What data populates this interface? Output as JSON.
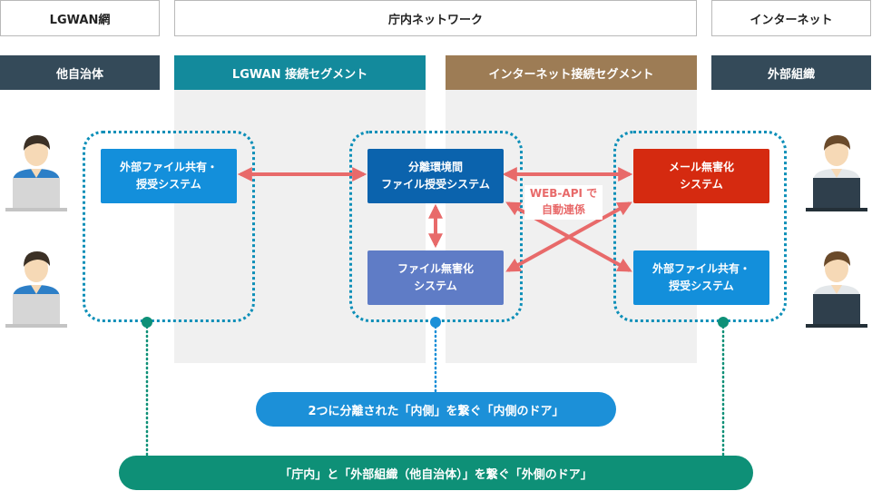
{
  "headers": {
    "lgwan_net": "LGWAN網",
    "office_net": "庁内ネットワーク",
    "internet": "インターネット"
  },
  "segments": {
    "other_gov": "他自治体",
    "lgwan_seg": "LGWAN 接続セグメント",
    "inet_seg": "インターネット接続セグメント",
    "external_org": "外部組織"
  },
  "systems": {
    "ext_share_left": [
      "外部ファイル共有・",
      "授受システム"
    ],
    "separation": [
      "分離環境間",
      "ファイル授受システム"
    ],
    "file_sanitize": [
      "ファイル無害化",
      "システム"
    ],
    "mail_sanitize": [
      "メール無害化",
      "システム"
    ],
    "ext_share_right": [
      "外部ファイル共有・",
      "授受システム"
    ]
  },
  "labels": {
    "web_api": [
      "WEB-API で",
      "自動連係"
    ]
  },
  "doors": {
    "inner": "2つに分離された「内側」を繋ぐ「内側のドア」",
    "outer": "「庁内」と「外部組織（他自治体）」を繋ぐ「外側のドア」"
  },
  "colors": {
    "segment_dark": "#344a59",
    "segment_teal": "#138a9c",
    "segment_brown": "#9d7c55",
    "box_blue": "#138fdb",
    "box_navy": "#0b63ad",
    "box_periwinkle": "#5f7cc6",
    "box_red": "#d52a10",
    "arrow": "#e86a6a",
    "door_blue": "#1c90d8",
    "door_green": "#0e9077"
  }
}
